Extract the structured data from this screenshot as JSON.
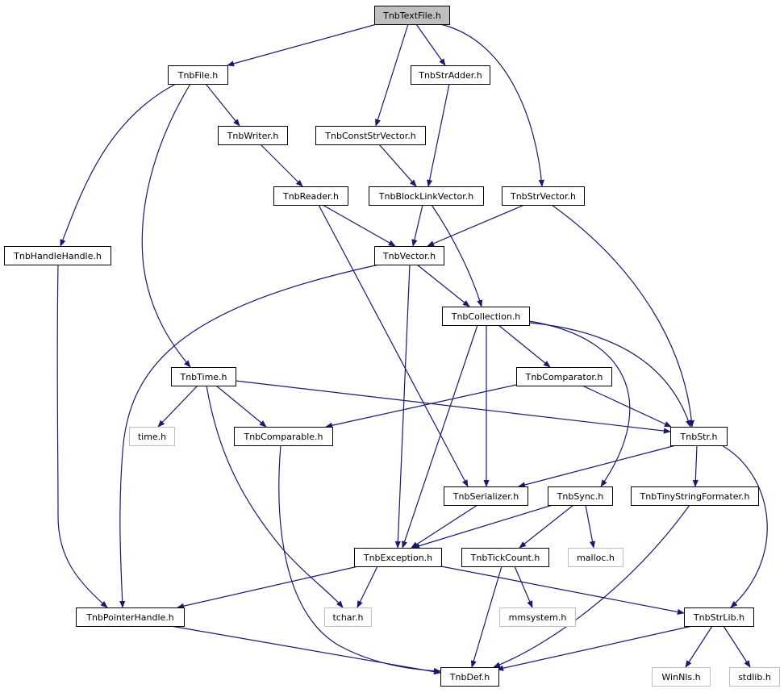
{
  "graph": {
    "type": "include-dependency-graph",
    "nodes": [
      {
        "id": "TnbTextFile",
        "label": "TnbTextFile.h",
        "kind": "root"
      },
      {
        "id": "TnbFile",
        "label": "TnbFile.h",
        "kind": "local"
      },
      {
        "id": "TnbStrAdder",
        "label": "TnbStrAdder.h",
        "kind": "local"
      },
      {
        "id": "TnbWriter",
        "label": "TnbWriter.h",
        "kind": "local"
      },
      {
        "id": "TnbConstStrVector",
        "label": "TnbConstStrVector.h",
        "kind": "local"
      },
      {
        "id": "TnbReader",
        "label": "TnbReader.h",
        "kind": "local"
      },
      {
        "id": "TnbBlockLinkVector",
        "label": "TnbBlockLinkVector.h",
        "kind": "local"
      },
      {
        "id": "TnbStrVector",
        "label": "TnbStrVector.h",
        "kind": "local"
      },
      {
        "id": "TnbHandleHandle",
        "label": "TnbHandleHandle.h",
        "kind": "local"
      },
      {
        "id": "TnbVector",
        "label": "TnbVector.h",
        "kind": "local"
      },
      {
        "id": "TnbCollection",
        "label": "TnbCollection.h",
        "kind": "local"
      },
      {
        "id": "TnbTime",
        "label": "TnbTime.h",
        "kind": "local"
      },
      {
        "id": "TnbComparator",
        "label": "TnbComparator.h",
        "kind": "local"
      },
      {
        "id": "time_h",
        "label": "time.h",
        "kind": "system"
      },
      {
        "id": "TnbComparable",
        "label": "TnbComparable.h",
        "kind": "local"
      },
      {
        "id": "TnbStr",
        "label": "TnbStr.h",
        "kind": "local"
      },
      {
        "id": "TnbSerializer",
        "label": "TnbSerializer.h",
        "kind": "local"
      },
      {
        "id": "TnbSync",
        "label": "TnbSync.h",
        "kind": "local"
      },
      {
        "id": "TnbTinyStringFormater",
        "label": "TnbTinyStringFormater.h",
        "kind": "local"
      },
      {
        "id": "TnbException",
        "label": "TnbException.h",
        "kind": "local"
      },
      {
        "id": "TnbTickCount",
        "label": "TnbTickCount.h",
        "kind": "local"
      },
      {
        "id": "malloc_h",
        "label": "malloc.h",
        "kind": "system"
      },
      {
        "id": "TnbPointerHandle",
        "label": "TnbPointerHandle.h",
        "kind": "local"
      },
      {
        "id": "tchar_h",
        "label": "tchar.h",
        "kind": "system"
      },
      {
        "id": "mmsystem_h",
        "label": "mmsystem.h",
        "kind": "system"
      },
      {
        "id": "TnbStrLib",
        "label": "TnbStrLib.h",
        "kind": "local"
      },
      {
        "id": "TnbDef",
        "label": "TnbDef.h",
        "kind": "local"
      },
      {
        "id": "WinNls_h",
        "label": "WinNls.h",
        "kind": "system"
      },
      {
        "id": "stdlib_h",
        "label": "stdlib.h",
        "kind": "system"
      }
    ],
    "edges": [
      {
        "from": "TnbTextFile",
        "to": "TnbFile"
      },
      {
        "from": "TnbTextFile",
        "to": "TnbConstStrVector"
      },
      {
        "from": "TnbTextFile",
        "to": "TnbStrAdder"
      },
      {
        "from": "TnbTextFile",
        "to": "TnbStrVector"
      },
      {
        "from": "TnbFile",
        "to": "TnbWriter"
      },
      {
        "from": "TnbFile",
        "to": "TnbHandleHandle"
      },
      {
        "from": "TnbFile",
        "to": "TnbTime"
      },
      {
        "from": "TnbWriter",
        "to": "TnbReader"
      },
      {
        "from": "TnbConstStrVector",
        "to": "TnbBlockLinkVector"
      },
      {
        "from": "TnbStrAdder",
        "to": "TnbBlockLinkVector"
      },
      {
        "from": "TnbReader",
        "to": "TnbVector"
      },
      {
        "from": "TnbReader",
        "to": "TnbSerializer"
      },
      {
        "from": "TnbBlockLinkVector",
        "to": "TnbVector"
      },
      {
        "from": "TnbBlockLinkVector",
        "to": "TnbCollection"
      },
      {
        "from": "TnbStrVector",
        "to": "TnbVector"
      },
      {
        "from": "TnbStrVector",
        "to": "TnbStr"
      },
      {
        "from": "TnbVector",
        "to": "TnbCollection"
      },
      {
        "from": "TnbVector",
        "to": "TnbException"
      },
      {
        "from": "TnbVector",
        "to": "TnbPointerHandle"
      },
      {
        "from": "TnbHandleHandle",
        "to": "TnbPointerHandle"
      },
      {
        "from": "TnbCollection",
        "to": "TnbComparator"
      },
      {
        "from": "TnbCollection",
        "to": "TnbSerializer"
      },
      {
        "from": "TnbCollection",
        "to": "TnbException"
      },
      {
        "from": "TnbCollection",
        "to": "TnbStr"
      },
      {
        "from": "TnbCollection",
        "to": "TnbSync"
      },
      {
        "from": "TnbComparator",
        "to": "TnbComparable"
      },
      {
        "from": "TnbComparator",
        "to": "TnbStr"
      },
      {
        "from": "TnbTime",
        "to": "time_h"
      },
      {
        "from": "TnbTime",
        "to": "TnbComparable"
      },
      {
        "from": "TnbTime",
        "to": "TnbStr"
      },
      {
        "from": "TnbTime",
        "to": "tchar_h"
      },
      {
        "from": "TnbComparable",
        "to": "TnbDef"
      },
      {
        "from": "TnbStr",
        "to": "TnbSerializer"
      },
      {
        "from": "TnbStr",
        "to": "TnbTinyStringFormater"
      },
      {
        "from": "TnbStr",
        "to": "TnbStrLib"
      },
      {
        "from": "TnbSerializer",
        "to": "TnbException"
      },
      {
        "from": "TnbSync",
        "to": "TnbException"
      },
      {
        "from": "TnbSync",
        "to": "TnbTickCount"
      },
      {
        "from": "TnbSync",
        "to": "malloc_h"
      },
      {
        "from": "TnbTinyStringFormater",
        "to": "TnbDef"
      },
      {
        "from": "TnbException",
        "to": "TnbPointerHandle"
      },
      {
        "from": "TnbException",
        "to": "tchar_h"
      },
      {
        "from": "TnbException",
        "to": "TnbStrLib"
      },
      {
        "from": "TnbTickCount",
        "to": "mmsystem_h"
      },
      {
        "from": "TnbTickCount",
        "to": "TnbDef"
      },
      {
        "from": "TnbPointerHandle",
        "to": "TnbDef"
      },
      {
        "from": "TnbStrLib",
        "to": "TnbDef"
      },
      {
        "from": "TnbStrLib",
        "to": "WinNls_h"
      },
      {
        "from": "TnbStrLib",
        "to": "stdlib_h"
      }
    ]
  },
  "colors": {
    "edge": "#191970",
    "node_border": "#000000",
    "system_border": "#bfbfbf",
    "root_fill": "#bfbfbf"
  }
}
